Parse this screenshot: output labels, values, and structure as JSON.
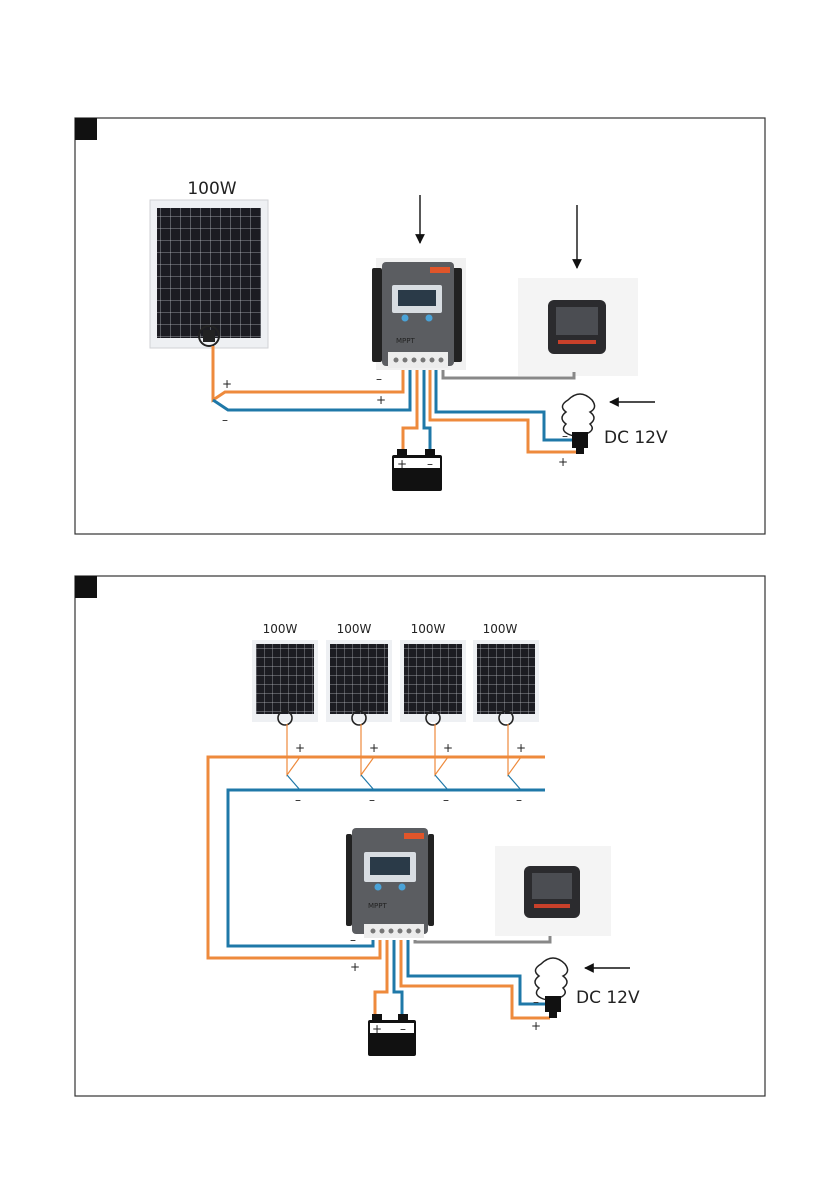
{
  "figure1": {
    "panel_label": "",
    "panel_wattage": "100W",
    "load_label": "DC 12V",
    "controller_text": "MPPT",
    "polarity": {
      "panel_plus": "+",
      "panel_minus": "–",
      "controller_minus": "–",
      "controller_plus": "+",
      "battery_plus": "+",
      "battery_minus": "–",
      "load_minus": "–",
      "load_plus": "+"
    }
  },
  "figure2": {
    "panel_label": "",
    "panel_wattages": [
      "100W",
      "100W",
      "100W",
      "100W"
    ],
    "load_label": "DC 12V",
    "controller_text": "MPPT",
    "polarity": {
      "panel_plus": "+",
      "panel_minus": "–",
      "controller_minus": "–",
      "controller_plus": "+",
      "battery_plus": "+",
      "battery_minus": "–",
      "load_minus": "–",
      "load_plus": "+"
    }
  },
  "colors": {
    "positive_wire": "#ee8a3c",
    "negative_wire": "#1f78a8",
    "meter_wire": "#888888",
    "frame": "#333333",
    "panel_cell": "#1c1c22",
    "controller_body": "#5b5d61",
    "battery_body": "#111111"
  },
  "icons": [
    "solar-panel-icon",
    "charge-controller-icon",
    "remote-meter-icon",
    "battery-icon",
    "bulb-icon",
    "arrow-icon"
  ]
}
